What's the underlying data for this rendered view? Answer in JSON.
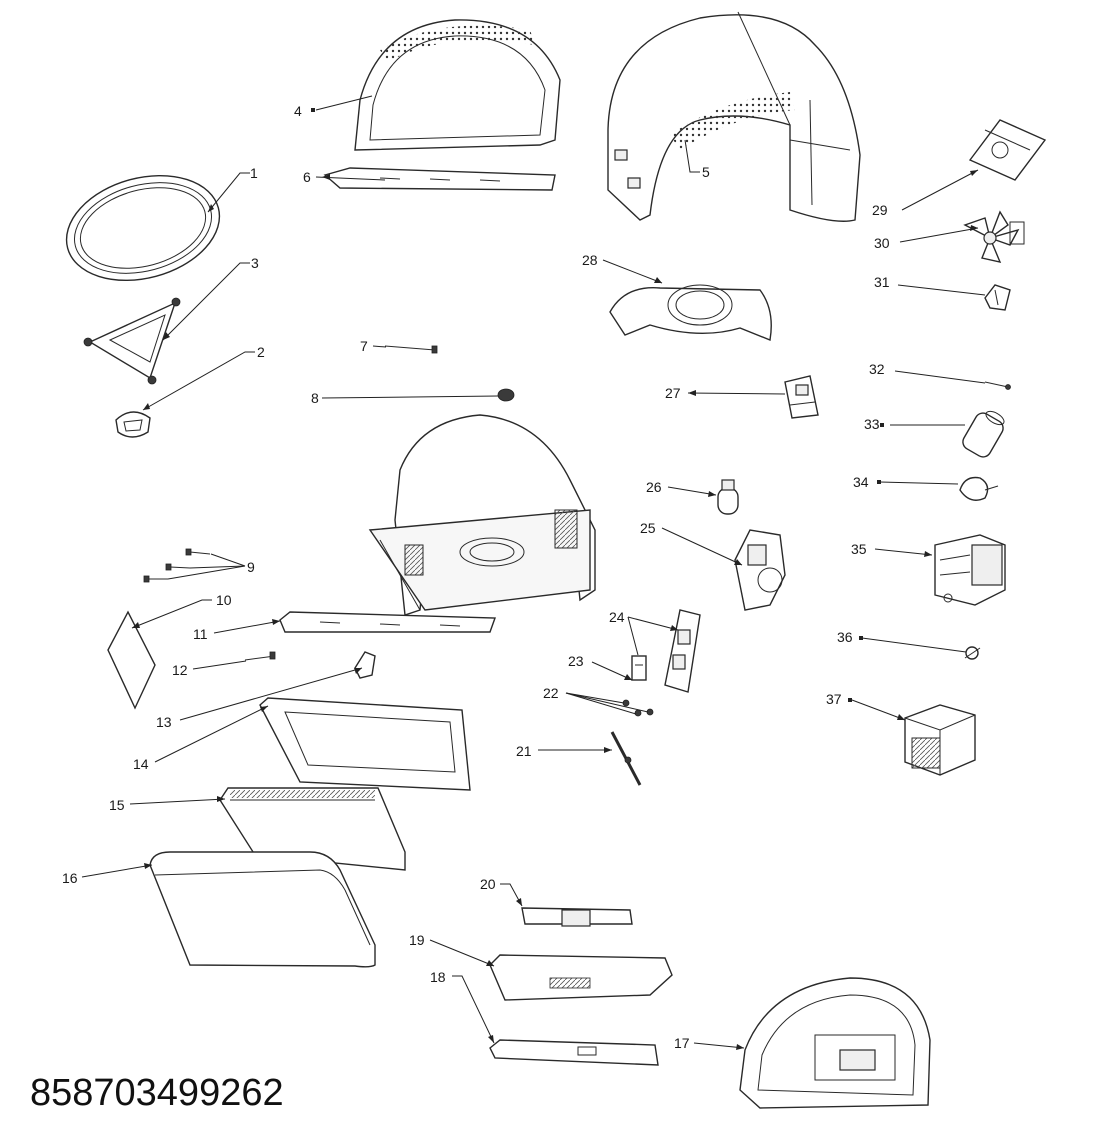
{
  "callouts": {
    "c1": "1",
    "c2": "2",
    "c3": "3",
    "c4": "4",
    "c5": "5",
    "c6": "6",
    "c7": "7",
    "c8": "8",
    "c9": "9",
    "c10": "10",
    "c11": "11",
    "c12": "12",
    "c13": "13",
    "c14": "14",
    "c15": "15",
    "c16": "16",
    "c17": "17",
    "c18": "18",
    "c19": "19",
    "c20": "20",
    "c21": "21",
    "c22": "22",
    "c23": "23",
    "c24": "24",
    "c25": "25",
    "c26": "26",
    "c27": "27",
    "c28": "28",
    "c29": "29",
    "c30": "30",
    "c31": "31",
    "c32": "32",
    "c33": "33",
    "c34": "34",
    "c35": "35",
    "c36": "36",
    "c37": "37"
  },
  "code": "858703499262"
}
